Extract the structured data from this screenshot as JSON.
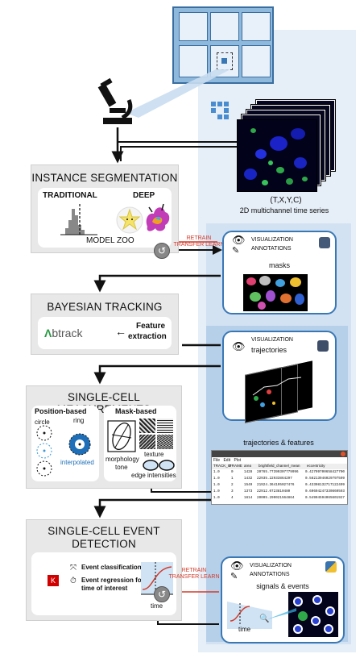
{
  "series_caption": "(T,X,Y,C)",
  "series_subcaption": "2D multichannel time series",
  "segmentation": {
    "title": "INSTANCE SEGMENTATION",
    "traditional": "TRADITIONAL",
    "deep": "DEEP",
    "model_zoo": "MODEL ZOO"
  },
  "retrain_1": [
    "RETRAIN",
    "TRANSFER LEARN"
  ],
  "vis_masks": {
    "line1": "VISUALIZATION",
    "line2": "ANNOTATIONS",
    "caption": "masks"
  },
  "tracking": {
    "title": "BAYESIAN TRACKING",
    "logo": "btrack",
    "feature": "Feature",
    "extraction": "extraction"
  },
  "vis_traj": {
    "line1": "VISUALIZATION",
    "line2": "trajectories"
  },
  "measurements": {
    "title": "SINGLE-CELL MEASUREMENTS",
    "position_based": "Position-based",
    "mask_based": "Mask-based",
    "circle": "circle",
    "ring": "ring",
    "interpolated": "interpolated",
    "morphology": "morphology",
    "tone": "tone",
    "texture": "texture",
    "edge": "edge intensities"
  },
  "table": {
    "caption": "trajectories & features",
    "menu": [
      "File",
      "Edit",
      "Plot"
    ],
    "headers": [
      "TRACK_ID",
      "FRAME",
      "area",
      "brightfield_channel_mean",
      "eccentricity"
    ],
    "rows": [
      [
        "1.0",
        "0",
        "1428",
        "20765.77399307779996",
        "0.42709700658427700"
      ],
      [
        "1.0",
        "1",
        "1432",
        "22935.22933864297",
        "0.58213946029797599"
      ],
      [
        "1.0",
        "2",
        "1549",
        "21924.364195027476",
        "0.43308132717122499"
      ],
      [
        "1.0",
        "3",
        "1373",
        "22912.0723810480",
        "0.60604247330860593"
      ],
      [
        "1.0",
        "4",
        "1614",
        "20005.290021564864",
        "0.54904594065601927"
      ]
    ]
  },
  "detection": {
    "title_line1": "SINGLE-CELL EVENT",
    "title_line2": "DETECTION",
    "k_badge": "K",
    "classification": "Event classification",
    "regression_line1": "Event regression for",
    "regression_line2": "time of interest",
    "time": "time"
  },
  "retrain_2": [
    "RETRAIN",
    "TRANSFER LEARN"
  ],
  "vis_signals": {
    "line1": "VISUALIZATION",
    "line2": "ANNOTATIONS",
    "caption": "signals & events",
    "time": "time"
  },
  "colors": {
    "blue_bg_outer": "#e6eef7",
    "blue_bg_mid": "#d2e2f2",
    "blue_bg_inner": "#b6d0ea",
    "card_border": "#3a78b5",
    "arrow_red": "#d23b2b",
    "panel_gray": "#e8e8e8"
  }
}
